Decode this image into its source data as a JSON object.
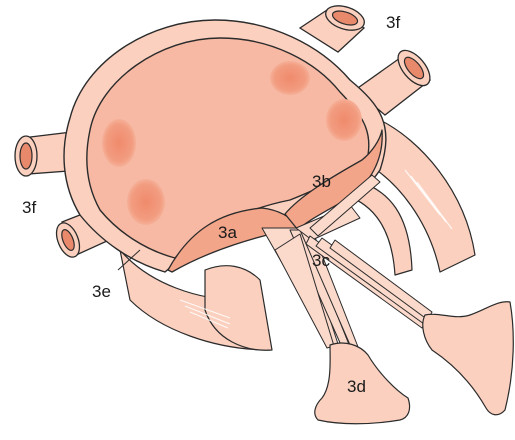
{
  "labels": {
    "vessels_top": "3f",
    "vessels_left": "3f",
    "leaflet_left": "3a",
    "leaflet_right": "3b",
    "chordae": "3c",
    "papillary": "3d",
    "wall": "3e"
  },
  "colors": {
    "tissue": "#fbd0bf",
    "inner": "#f7b9a3",
    "accent": "#e8896c",
    "outline": "#2b2b2b"
  }
}
